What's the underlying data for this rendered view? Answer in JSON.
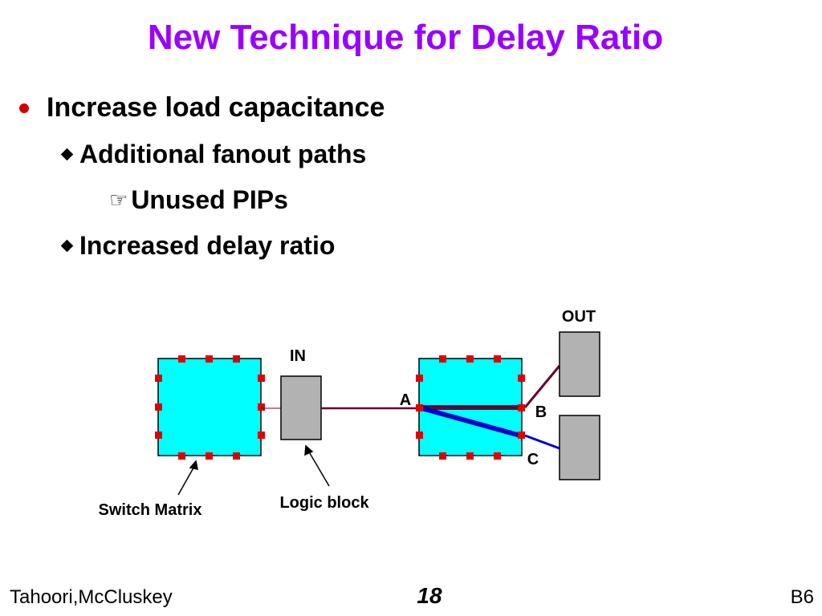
{
  "slide": {
    "title": "New Technique for Delay Ratio",
    "bullets": {
      "b1": "Increase load capacitance",
      "b1_1": "Additional fanout paths",
      "b1_1_1": "Unused PIPs",
      "b1_2": "Increased delay ratio"
    },
    "icons": {
      "level1": "red-dot-bullet",
      "level2": "diamond-bullet",
      "level3": "pointing-hand-bullet"
    }
  },
  "diagram": {
    "labels": {
      "in": "IN",
      "out": "OUT",
      "a": "A",
      "b": "B",
      "c": "C",
      "switch_matrix": "Switch Matrix",
      "logic_block": "Logic block"
    },
    "colors": {
      "switch_matrix_fill": "#00ffff",
      "logic_block_fill": "#b2b2b2",
      "pip_marker": "#e00000",
      "wire_maroon": "#660033",
      "wire_blue": "#0000cc"
    }
  },
  "footer": {
    "author": "Tahoori,McCluskey",
    "page_number": "18",
    "slide_code": "B6"
  }
}
